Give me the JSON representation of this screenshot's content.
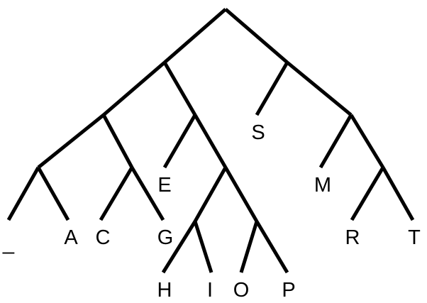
{
  "diagram": {
    "type": "binary-tree",
    "colors": {
      "line": "#000000",
      "text": "#000000",
      "background": "#ffffff"
    },
    "nodes": [
      {
        "id": "root"
      },
      {
        "id": "n1",
        "parent": "root"
      },
      {
        "id": "n2",
        "parent": "root"
      },
      {
        "id": "n3",
        "parent": "n1"
      },
      {
        "id": "n4",
        "parent": "n1"
      },
      {
        "id": "n5",
        "parent": "n3"
      },
      {
        "id": "n6",
        "parent": "n3"
      },
      {
        "id": "n7",
        "parent": "n4"
      },
      {
        "id": "n8",
        "parent": "n4"
      },
      {
        "id": "n9",
        "parent": "n8"
      },
      {
        "id": "n10",
        "parent": "n8"
      },
      {
        "id": "n11",
        "parent": "n2"
      },
      {
        "id": "n12",
        "parent": "n11"
      },
      {
        "id": "leaf-underscore",
        "parent": "n5",
        "label": "_"
      },
      {
        "id": "leaf-a",
        "parent": "n5",
        "label": "A"
      },
      {
        "id": "leaf-c",
        "parent": "n6",
        "label": "C"
      },
      {
        "id": "leaf-g",
        "parent": "n6",
        "label": "G"
      },
      {
        "id": "leaf-e",
        "parent": "n7",
        "label": "E"
      },
      {
        "id": "leaf-h",
        "parent": "n9",
        "label": "H"
      },
      {
        "id": "leaf-i",
        "parent": "n9",
        "label": "I"
      },
      {
        "id": "leaf-o",
        "parent": "n10",
        "label": "O"
      },
      {
        "id": "leaf-p",
        "parent": "n10",
        "label": "P"
      },
      {
        "id": "leaf-s",
        "parent": "n2",
        "label": "S"
      },
      {
        "id": "leaf-m",
        "parent": "n11",
        "label": "M"
      },
      {
        "id": "leaf-r",
        "parent": "n12",
        "label": "R"
      },
      {
        "id": "leaf-t",
        "parent": "n12",
        "label": "T"
      }
    ]
  }
}
